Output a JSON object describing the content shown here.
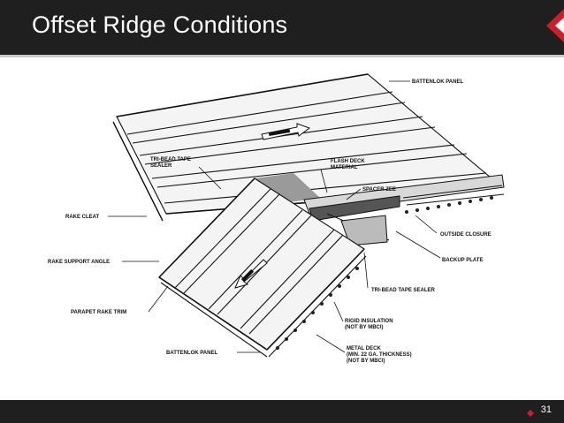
{
  "slide": {
    "title": "Offset Ridge Conditions",
    "page_number": "31",
    "colors": {
      "header": "#1f1f1f",
      "accent": "#cc1f2a",
      "divider": "#c9c9c9"
    }
  },
  "diagram": {
    "labels": {
      "battenlok_panel_top": "BATTENLOK PANEL",
      "tri_bead_tape_1": "TRI-BEAD TAPE",
      "tri_bead_tape_2": "SEALER",
      "flash_deck_1": "FLASH DECK",
      "flash_deck_2": "MATERIAL",
      "spacer_zee": "SPACER ZEE",
      "rake_cleat": "RAKE CLEAT",
      "outside_closure": "OUTSIDE CLOSURE",
      "rake_support_angle": "RAKE SUPPORT ANGLE",
      "backup_plate": "BACKUP PLATE",
      "tri_bead_tape_sealer": "TRI-BEAD TAPE SEALER",
      "parapet_rake_trim": "PARAPET RAKE TRIM",
      "rigid_insulation_1": "RIGID INSULATION",
      "rigid_insulation_2": "(NOT BY MBCI)",
      "battenlok_panel_bottom": "BATTENLOK PANEL",
      "metal_deck_1": "METAL DECK",
      "metal_deck_2": "(MIN. 22 GA. THICKNESS)",
      "metal_deck_3": "(NOT BY MBCI)"
    }
  }
}
